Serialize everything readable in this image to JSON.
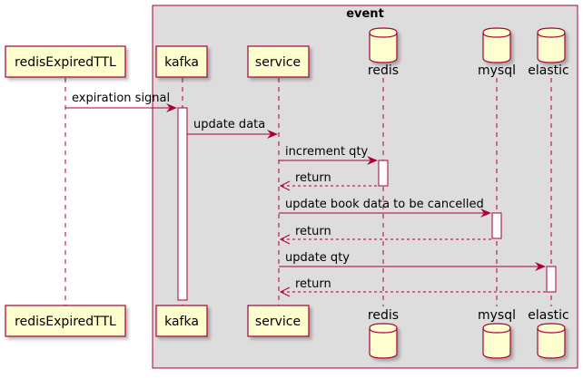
{
  "group": {
    "title": "event"
  },
  "participants": {
    "redisExpiredTTL": "redisExpiredTTL",
    "kafka": "kafka",
    "service": "service",
    "redis": "redis",
    "mysql": "mysql",
    "elastic": "elastic"
  },
  "messages": [
    {
      "from": "redisExpiredTTL",
      "to": "kafka",
      "label": "expiration signal",
      "style": "solid"
    },
    {
      "from": "kafka",
      "to": "service",
      "label": "update data",
      "style": "solid"
    },
    {
      "from": "service",
      "to": "redis",
      "label": "increment qty",
      "style": "solid"
    },
    {
      "from": "redis",
      "to": "service",
      "label": "return",
      "style": "dashed"
    },
    {
      "from": "service",
      "to": "mysql",
      "label": "update book data to be cancelled",
      "style": "solid"
    },
    {
      "from": "mysql",
      "to": "service",
      "label": "return",
      "style": "dashed"
    },
    {
      "from": "service",
      "to": "elastic",
      "label": "update qty",
      "style": "solid"
    },
    {
      "from": "elastic",
      "to": "service",
      "label": "return",
      "style": "dashed"
    }
  ],
  "colors": {
    "border": "#a80036",
    "participant_fill": "#fefece",
    "group_fill": "#dddddd",
    "arrow": "#a80036",
    "lifeline": "#a80036"
  }
}
